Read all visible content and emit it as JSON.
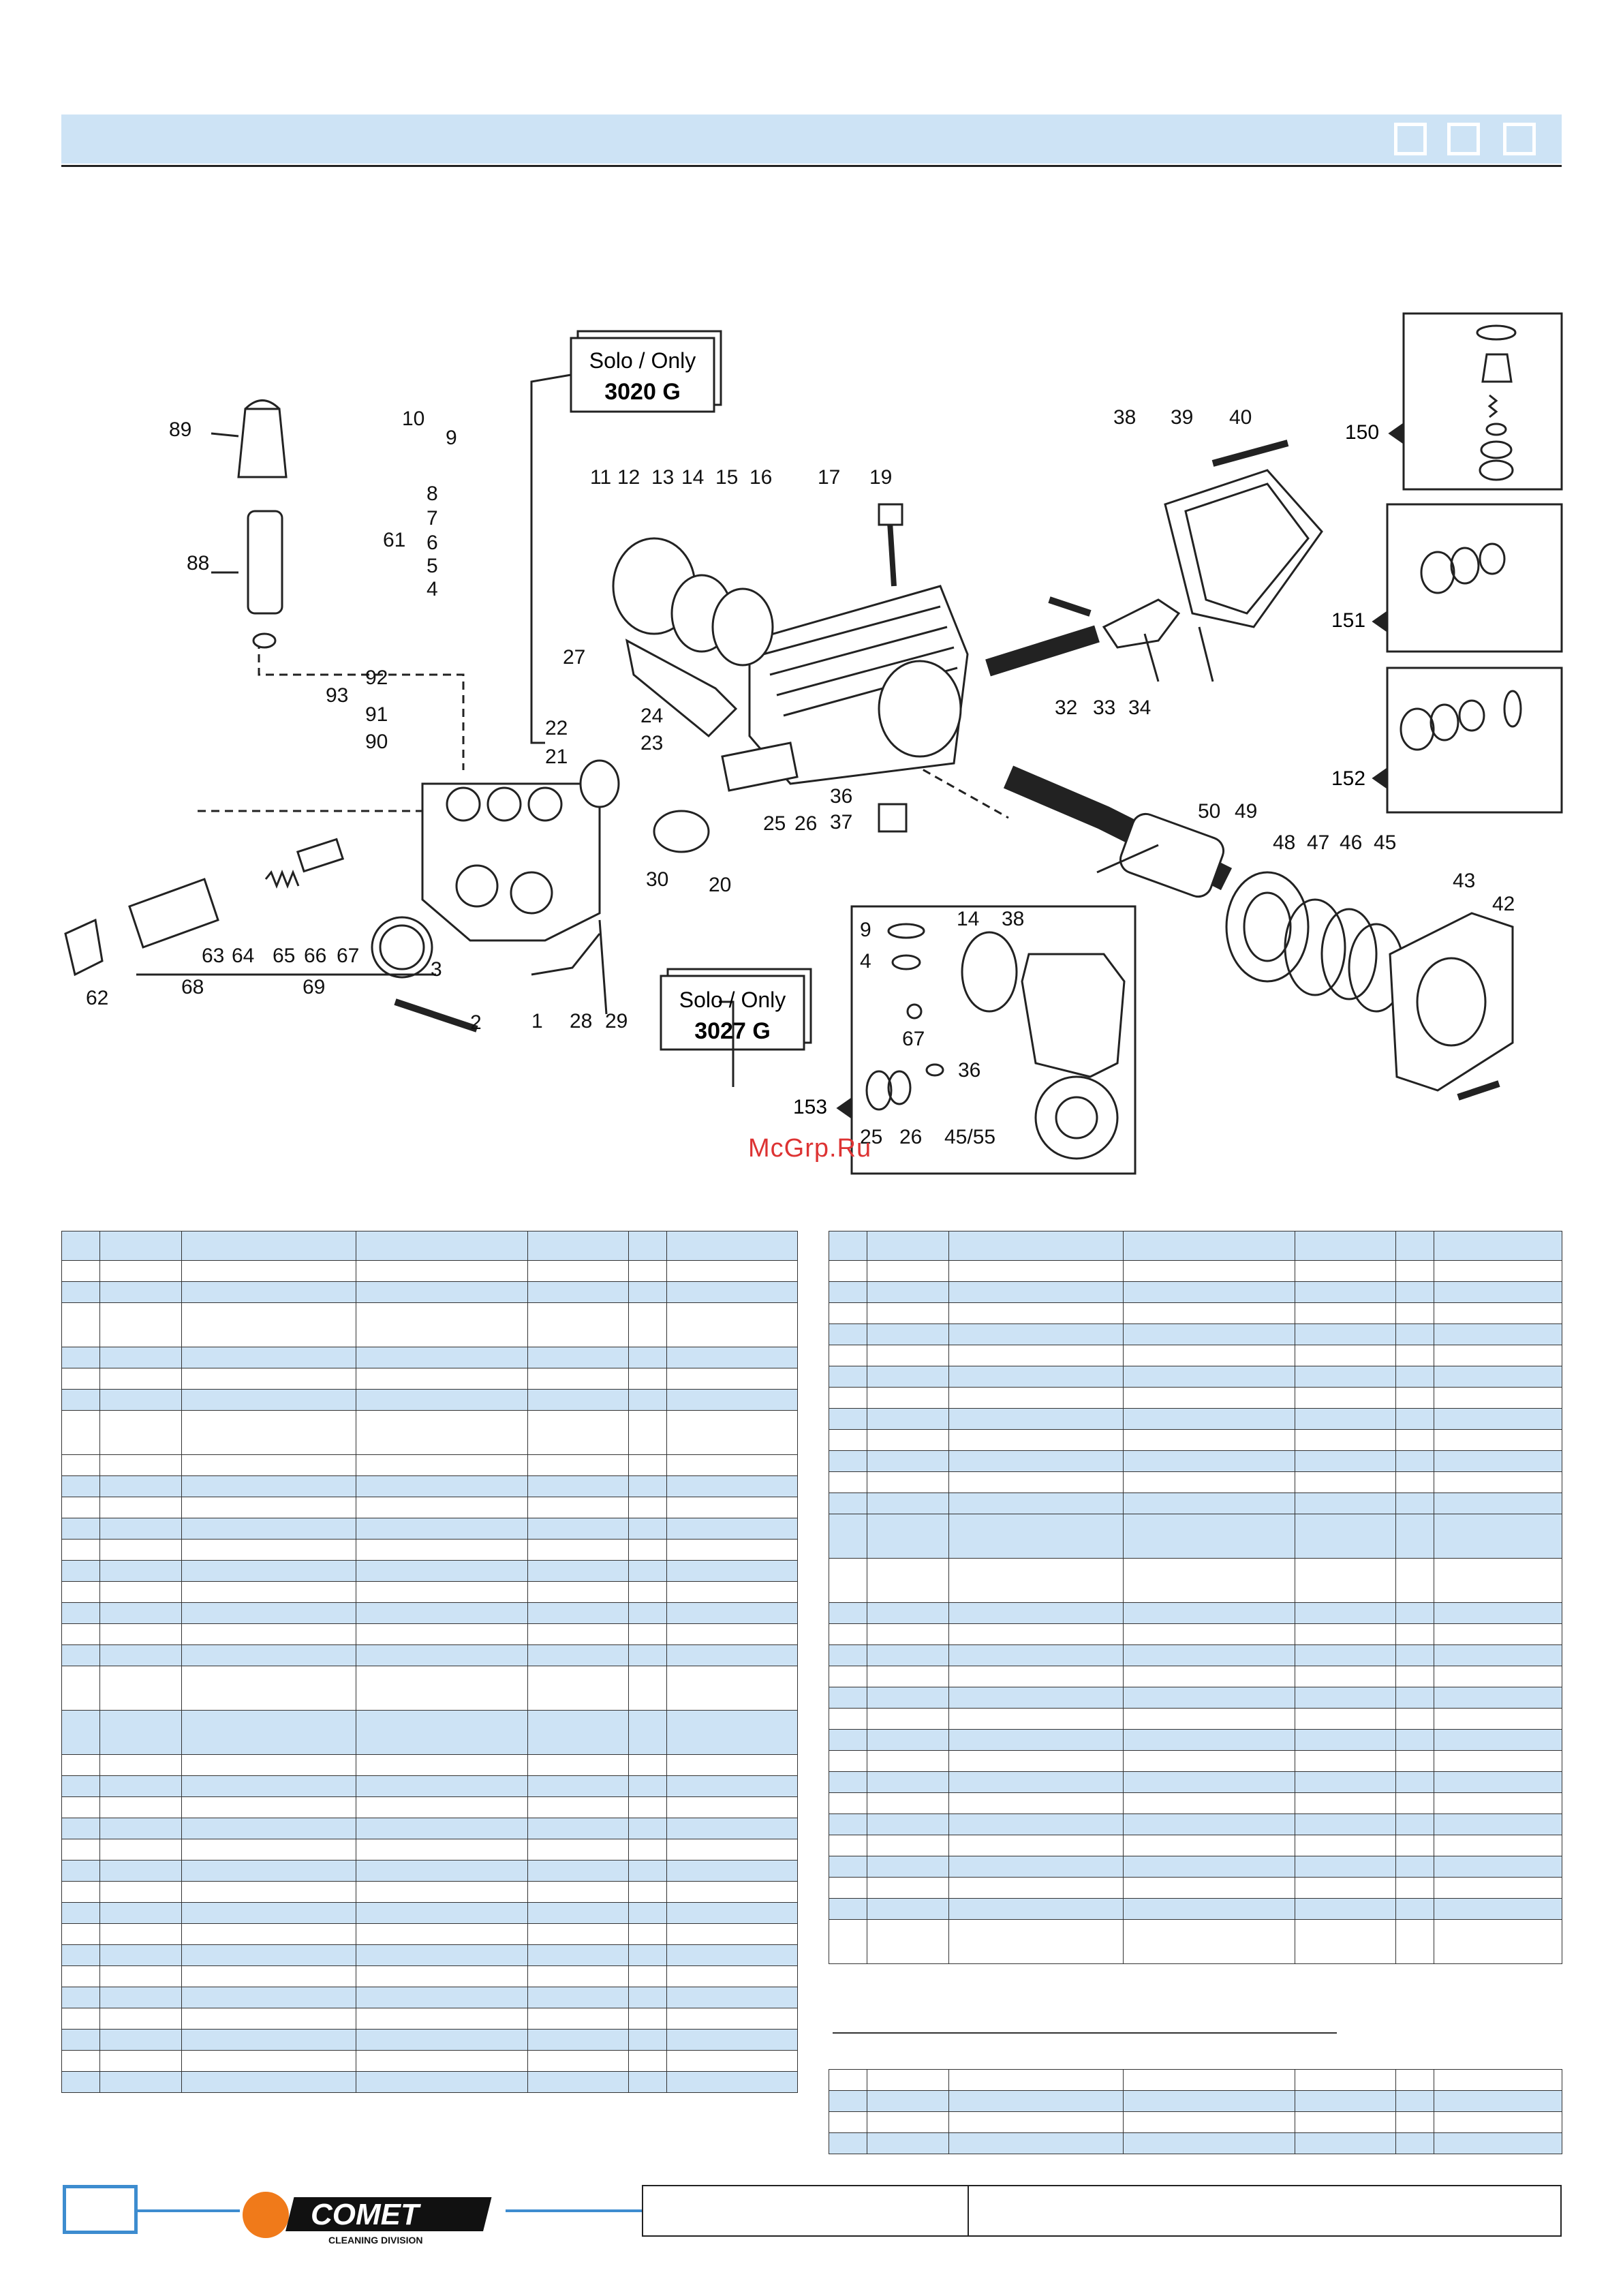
{
  "callouts": {
    "only_3020": {
      "line1": "Solo / Only",
      "line2": "3020 G"
    },
    "only_3027": {
      "line1": "Solo / Only",
      "line2": "3027 G"
    }
  },
  "part_numbers": [
    "1",
    "2",
    "3",
    "4",
    "5",
    "6",
    "7",
    "8",
    "9",
    "10",
    "11",
    "12",
    "13",
    "14",
    "15",
    "16",
    "17",
    "19",
    "20",
    "21",
    "22",
    "23",
    "24",
    "25",
    "26",
    "27",
    "28",
    "29",
    "30",
    "32",
    "33",
    "34",
    "36",
    "37",
    "38",
    "39",
    "40",
    "42",
    "43",
    "45",
    "46",
    "47",
    "48",
    "49",
    "50",
    "61",
    "62",
    "63",
    "64",
    "65",
    "66",
    "67",
    "68",
    "69",
    "88",
    "89",
    "90",
    "91",
    "92",
    "93"
  ],
  "kits": {
    "k150": "150",
    "k151": "151",
    "k152": "152",
    "k153": "153",
    "k153_labels": [
      "9",
      "4",
      "14",
      "38",
      "67",
      "36",
      "25",
      "26",
      "45/55"
    ]
  },
  "watermark": "McGrp.Ru",
  "brand": {
    "name": "COMET",
    "tagline": "CLEANING DIVISION",
    "accent": "#f07a1a",
    "light_blue": "#cde3f5",
    "box_blue": "#3d8ccf"
  }
}
